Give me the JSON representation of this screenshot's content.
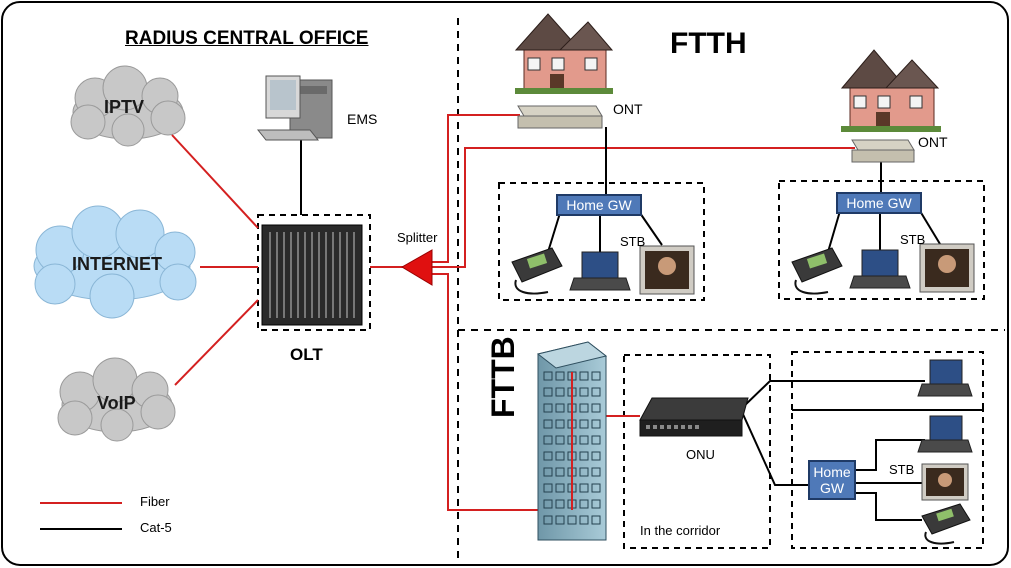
{
  "office_title": "RADIUS CENTRAL OFFICE",
  "ftth_title": "FTTH",
  "fttb_title": "FTTB",
  "clouds": {
    "iptv": "IPTV",
    "internet": "INTERNET",
    "voip": "VoIP"
  },
  "olt_label": "OLT",
  "ems_label": "EMS",
  "splitter_label": "Splitter",
  "ont_label_1": "ONT",
  "ont_label_2": "ONT",
  "home_gw_1": "Home GW",
  "home_gw_2": "Home GW",
  "home_gw_3_line1": "Home",
  "home_gw_3_line2": "GW",
  "stb_1": "STB",
  "stb_2": "STB",
  "stb_3": "STB",
  "onu_label": "ONU",
  "corridor_label": "In the corridor",
  "legend": {
    "fiber": "Fiber",
    "cat5": "Cat-5"
  },
  "colors": {
    "fiber": "#d42020",
    "cat5": "#000000",
    "gateway": "#4f79b8",
    "splitter": "#e01010",
    "cloud": "#c8c8c8",
    "internet_cloud": "#b9dcf5"
  }
}
